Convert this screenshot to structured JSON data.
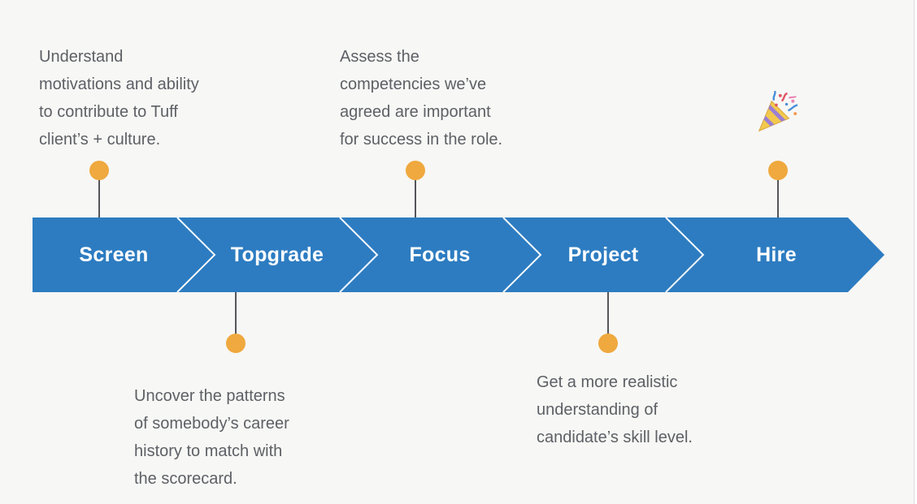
{
  "canvas": {
    "background": "#f7f7f5",
    "right_border_color": "#dcdcdc"
  },
  "timeline": {
    "type": "process-arrow",
    "bar_color": "#2d7cc1",
    "divider_color": "#ffffff",
    "label_color": "#ffffff",
    "stages": [
      {
        "label": "Screen"
      },
      {
        "label": "Topgrade"
      },
      {
        "label": "Focus"
      },
      {
        "label": "Project"
      },
      {
        "label": "Hire"
      }
    ]
  },
  "annotations": [
    {
      "stage": "Screen",
      "position": "above",
      "text": "Understand\nmotivations and ability\nto contribute to Tuff\nclient’s + culture."
    },
    {
      "stage": "Topgrade",
      "position": "below",
      "text": "Uncover the patterns\nof somebody’s career\nhistory to match with\nthe scorecard."
    },
    {
      "stage": "Focus",
      "position": "above",
      "text": "Assess the\ncompetencies we’ve\nagreed are important\nfor success in the role."
    },
    {
      "stage": "Project",
      "position": "below",
      "text": "Get a more realistic\nunderstanding of\ncandidate’s skill level."
    },
    {
      "stage": "Hire",
      "position": "above",
      "icon": "party-popper"
    }
  ],
  "colors": {
    "marker_dot": "#efa93e",
    "connector_line": "#54565a",
    "note_text": "#5d6065"
  }
}
